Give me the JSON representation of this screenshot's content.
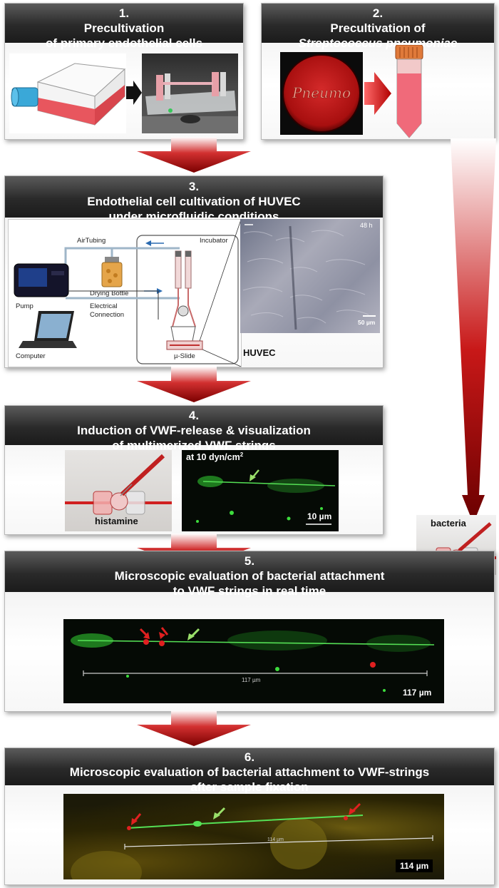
{
  "steps": [
    {
      "num": "1.",
      "line1": "Precultivation",
      "line2": "of primary endothelial cells"
    },
    {
      "num": "2.",
      "line1": "Precultivation of",
      "line2": "Streptococcus pneumoniae"
    },
    {
      "num": "3.",
      "line1": "Endothelial cell cultivation of HUVEC",
      "line2": "under microfluidic conditions"
    },
    {
      "num": "4.",
      "line1": "Induction of VWF-release & visualization",
      "line2": "of multimerized VWF strings"
    },
    {
      "num": "5.",
      "line1": "Microscopic evaluation of bacterial attachment",
      "line2": "to VWF strings in real time"
    },
    {
      "num": "6.",
      "line1": "Microscopic evaluation of bacterial attachment to VWF-strings",
      "line2": "after sample fixation"
    }
  ],
  "step2_plate_text": "Pneumo",
  "setup": {
    "air_tubing": "AirTubing",
    "incubator": "Incubator",
    "drying_bottle": "Drying Bottle",
    "pump": "Pump",
    "electrical": "Electrical",
    "connection": "Connection",
    "computer": "Computer",
    "slide": "µ-Slide",
    "time": "48 h",
    "huvec": "HUVEC",
    "scale_50": "50 µm"
  },
  "step4": {
    "histamine": "histamine",
    "shear": "at 10 dyn/cm",
    "shear_sup": "2",
    "scale": "10 µm"
  },
  "bacteria": "bacteria",
  "step5": {
    "scale": "117 µm",
    "bar_label": "117 µm"
  },
  "step6": {
    "scale": "114 µm",
    "bar_label": "114 µm"
  },
  "colors": {
    "arrow_red": "#b30000",
    "fluor_green": "#3ddc3d",
    "bacteria_red": "#e02020",
    "marker_green": "#9ae06a"
  }
}
